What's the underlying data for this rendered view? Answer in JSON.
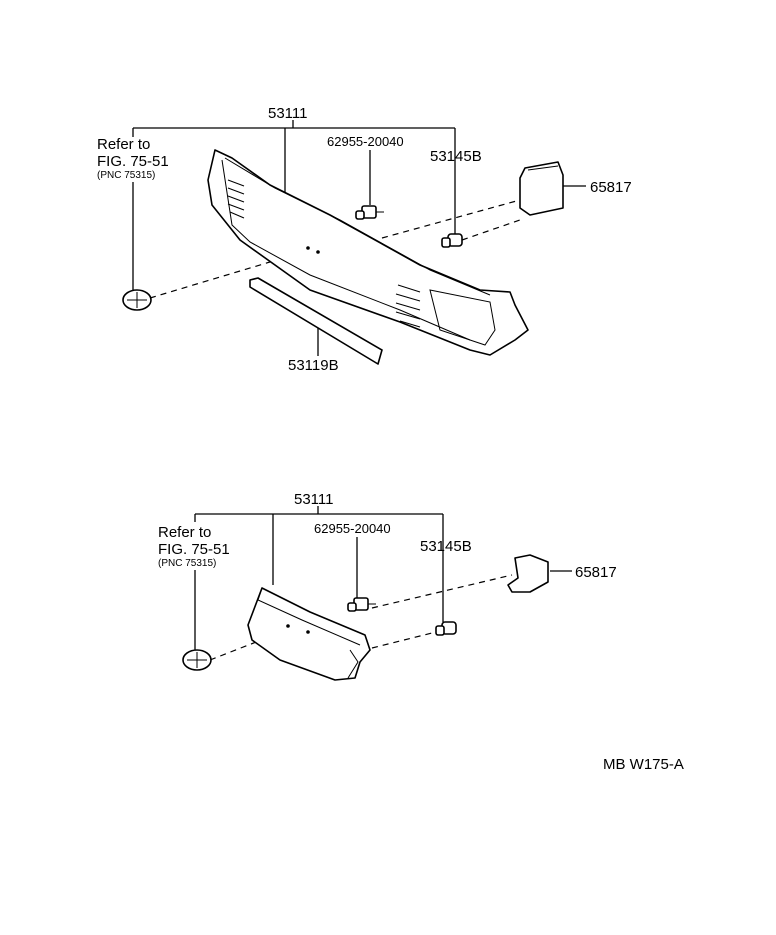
{
  "diagram_top": {
    "label_main": "53111",
    "label_clip": "62955-20040",
    "label_fastener": "53145B",
    "label_cover": "65817",
    "label_molding": "53119B",
    "ref_line1": "Refer to",
    "ref_line2": "FIG. 75-51",
    "ref_line3": "(PNC 75315)"
  },
  "diagram_bottom": {
    "label_main": "53111",
    "label_clip": "62955-20040",
    "label_fastener": "53145B",
    "label_cover": "65817",
    "ref_line1": "Refer to",
    "ref_line2": "FIG. 75-51",
    "ref_line3": "(PNC 75315)"
  },
  "figure_code": "MB W175-A"
}
